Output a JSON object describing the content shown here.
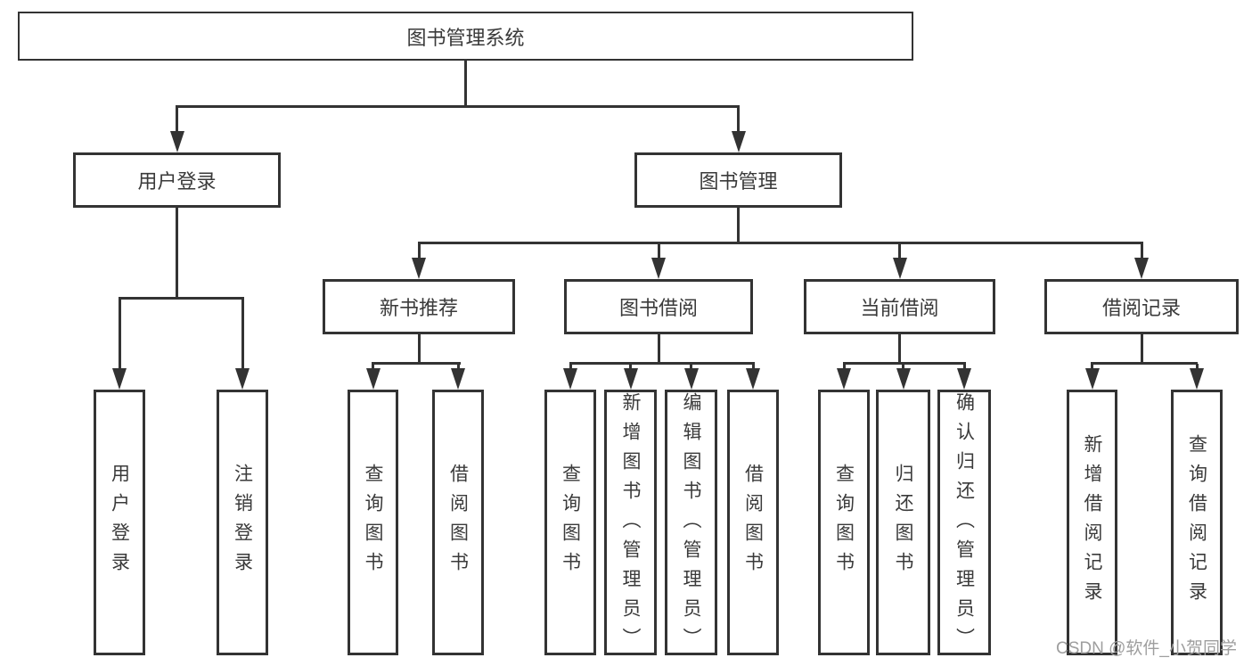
{
  "tree": {
    "label": "图书管理系统",
    "children": [
      {
        "label": "用户登录",
        "children": [
          {
            "label": "用户登录"
          },
          {
            "label": "注销登录"
          }
        ]
      },
      {
        "label": "图书管理",
        "children": [
          {
            "label": "新书推荐",
            "children": [
              {
                "label": "查询图书"
              },
              {
                "label": "借阅图书"
              }
            ]
          },
          {
            "label": "图书借阅",
            "children": [
              {
                "label": "查询图书"
              },
              {
                "label": "新增图书（管理员）"
              },
              {
                "label": "编辑图书（管理员）"
              },
              {
                "label": "借阅图书"
              }
            ]
          },
          {
            "label": "当前借阅",
            "children": [
              {
                "label": "查询图书"
              },
              {
                "label": "归还图书"
              },
              {
                "label": "确认归还（管理员）"
              }
            ]
          },
          {
            "label": "借阅记录",
            "children": [
              {
                "label": "新增借阅记录"
              },
              {
                "label": "查询借阅记录"
              }
            ]
          }
        ]
      }
    ]
  },
  "watermark": {
    "text": "CSDN @软件_小贺同学",
    "color": "#9e9e9e"
  },
  "colors": {
    "line": "#333333",
    "text": "#3a3a3a",
    "background": "#ffffff"
  }
}
